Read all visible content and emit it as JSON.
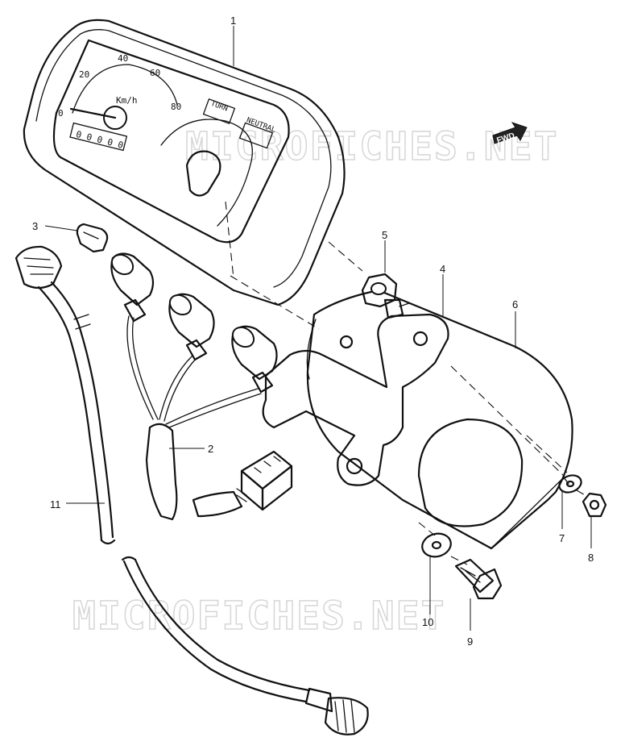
{
  "watermark": "MICROFICHES.NET",
  "fwd_label": "FWD",
  "meter": {
    "scale": [
      "0",
      "20",
      "40",
      "60",
      "80"
    ],
    "unit": "Km/h",
    "odometer": "00000",
    "lamps": [
      "TURN",
      "NEUTRAL"
    ]
  },
  "callouts": {
    "c1": "1",
    "c2": "2",
    "c3": "3",
    "c4": "4",
    "c5": "5",
    "c6": "6",
    "c7": "7",
    "c8": "8",
    "c9": "9",
    "c10": "10",
    "c11": "11"
  }
}
